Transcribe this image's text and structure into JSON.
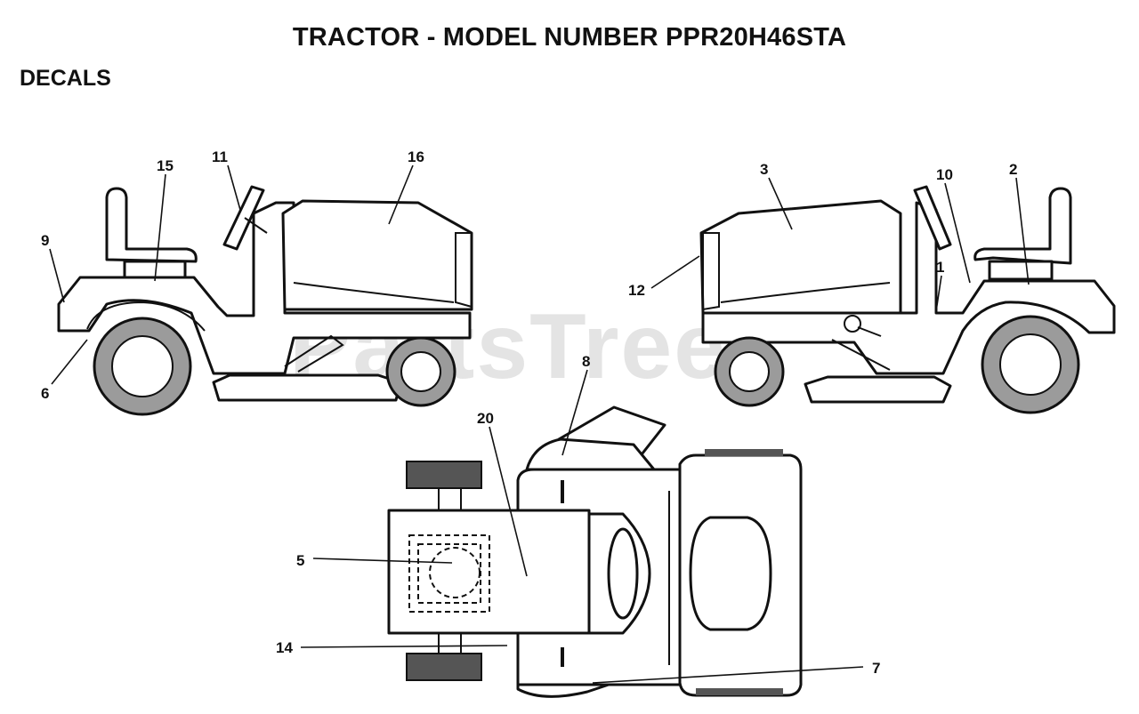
{
  "header": {
    "title": "TRACTOR - MODEL NUMBER PPR20H46STA",
    "section": "DECALS"
  },
  "watermark": "PartsTree",
  "callouts": {
    "c15": "15",
    "c11": "11",
    "c16": "16",
    "c9": "9",
    "c6": "6",
    "c3": "3",
    "c10": "10",
    "c2": "2",
    "c12": "12",
    "c1": "1",
    "c8": "8",
    "c20": "20",
    "c5": "5",
    "c14": "14",
    "c7": "7"
  }
}
